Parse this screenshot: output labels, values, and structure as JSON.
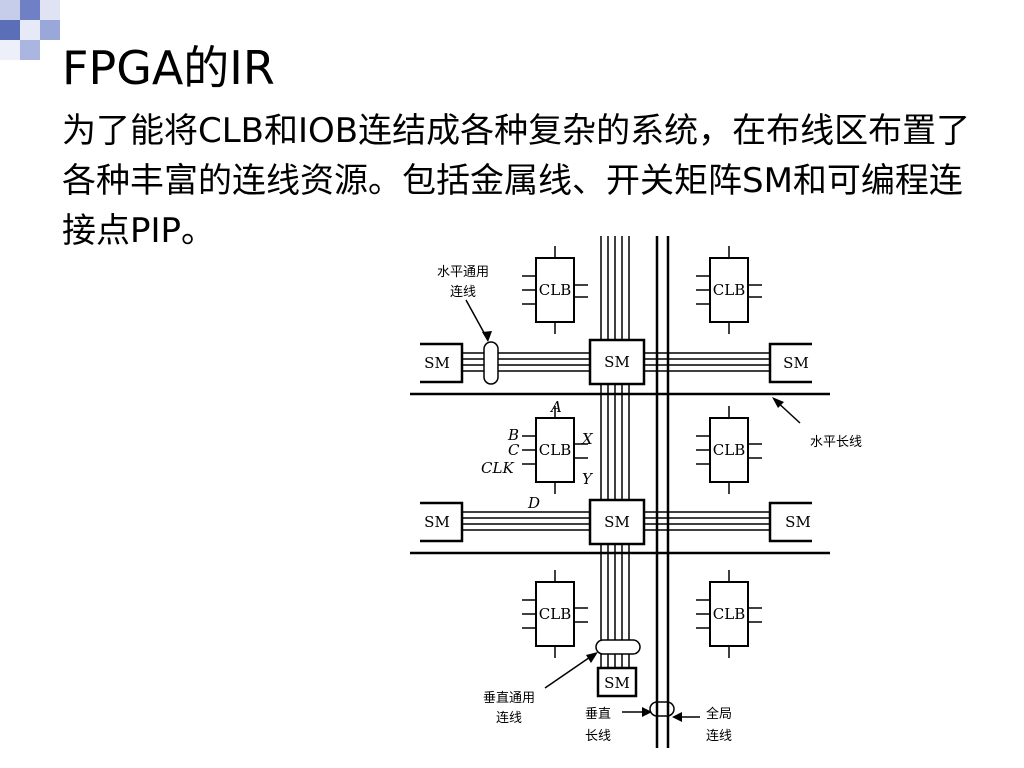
{
  "slide": {
    "title": "FPGA的IR",
    "body": "为了能将CLB和IOB连结成各种复杂的系统，在布线区布置了各种丰富的连线资源。包括金属线、开关矩阵SM和可编程连接点PIP。"
  },
  "diagram": {
    "block_labels": {
      "clb": "CLB",
      "sm": "SM"
    },
    "pin_labels": {
      "a": "A",
      "b": "B",
      "c": "C",
      "clk": "CLK",
      "d": "D",
      "x": "X",
      "y": "Y"
    },
    "callouts": {
      "horizontal_general": [
        "水平通用",
        "连线"
      ],
      "horizontal_long": "水平长线",
      "vertical_general": [
        "垂直通用",
        "连线"
      ],
      "vertical_long": [
        "垂直",
        "长线"
      ],
      "global": [
        "全局",
        "连线"
      ]
    }
  },
  "colors": {
    "deco_blue": "#5b6fb8",
    "deco_light": "#aab6e0",
    "text": "#000000"
  }
}
